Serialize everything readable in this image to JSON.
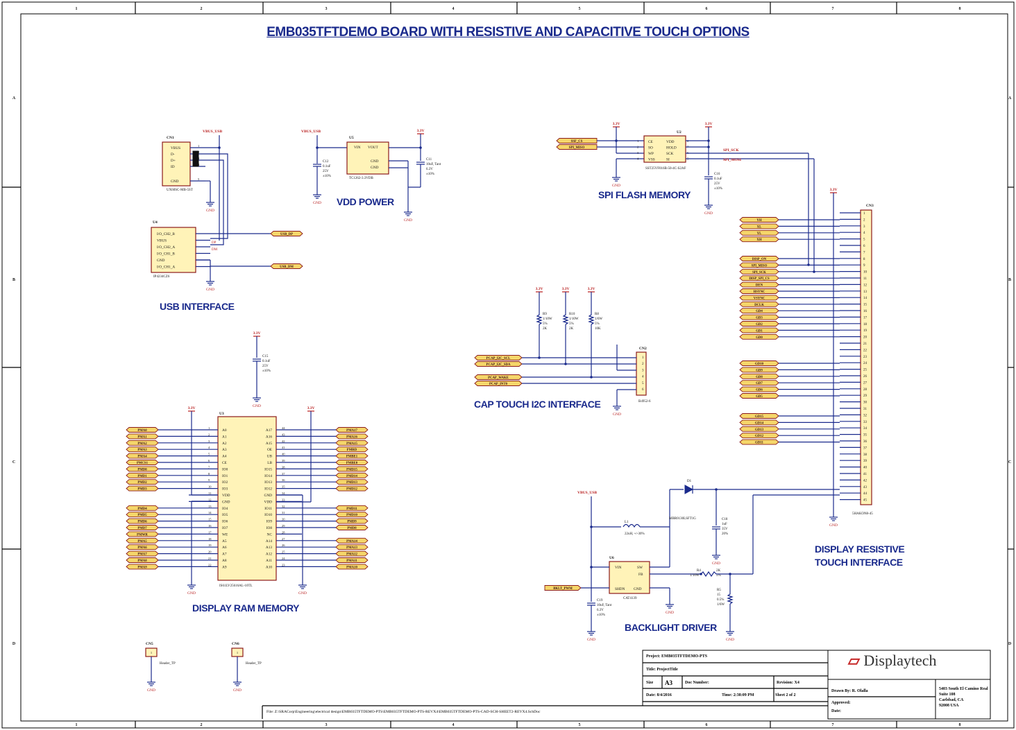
{
  "title": "EMB035TFTDEMO BOARD WITH RESISTIVE AND CAPACITIVE TOUCH OPTIONS",
  "zones": {
    "cols": [
      "1",
      "2",
      "3",
      "4",
      "5",
      "6",
      "7",
      "8"
    ],
    "rows": [
      "A",
      "B",
      "C",
      "D"
    ]
  },
  "sections": {
    "usb": "USB INTERFACE",
    "vdd": "VDD POWER",
    "spi": "SPI FLASH MEMORY",
    "cap": "CAP TOUCH I2C INTERFACE",
    "ram": "DISPLAY RAM MEMORY",
    "backlight": "BACKLIGHT DRIVER",
    "display_line1": "DISPLAY RESISTIVE",
    "display_line2": "TOUCH INTERFACE"
  },
  "nets": {
    "vbus": "VBUS_USB",
    "v33": "3.3V",
    "gnd": "GND",
    "usb_dp": "USB_DP",
    "usb_dm": "USB_DM",
    "spi_sck": "SPI_SCK",
    "spi_mosi": "SPI_MOSI",
    "bklt": "BKLT_PWM"
  },
  "cn1": {
    "ref": "CN1",
    "part": "UX60SC-MB-5ST",
    "pins": [
      "VBUS",
      "D-",
      "D+",
      "ID",
      "GND"
    ]
  },
  "u4": {
    "ref": "U4",
    "part": "IP4234CZ6",
    "pins": [
      "I/O_CH2_B",
      "VBUS",
      "I/O_CH2_A",
      "I/O_CH1_B",
      "GND",
      "I/O_CH1_A"
    ]
  },
  "u5": {
    "ref": "U5",
    "part": "TC1262-3.3VDB",
    "pins": [
      "VIN",
      "VOUT",
      "GND",
      "GND"
    ]
  },
  "c12": [
    "C12",
    "0.1uF",
    "25V",
    "±10%"
  ],
  "c11": [
    "C11",
    "10uF, Tant",
    "6.3V",
    "±10%"
  ],
  "u2": {
    "ref": "U2",
    "part": "SST25VF016B-50-4C-S2AF",
    "left": [
      "CE",
      "SO",
      "WP",
      "VSS"
    ],
    "right": [
      "VDD",
      "HOLD",
      "SCK",
      "SI"
    ]
  },
  "spi_left_nets": [
    "SSF_CS",
    "SPI_MISO"
  ],
  "c16": [
    "C16",
    "0.1uF",
    "25V",
    "±10%"
  ],
  "cn3": {
    "ref": "CN3",
    "part": "5HAKON8-45"
  },
  "disp_nets_a": [
    "YH",
    "XL",
    "YL",
    "XH"
  ],
  "disp_nets_b": [
    "DISP_ON",
    "SPI_MISO",
    "SPI_SCK",
    "DISP_SPI_CS",
    "DEN",
    "HSYNC",
    "VSYNC",
    "DCLK",
    "GD4",
    "GD3",
    "GD2",
    "GD1",
    "GD0"
  ],
  "disp_nets_c": [
    "GD10",
    "GD9",
    "GD8",
    "GD7",
    "GD6",
    "GD5"
  ],
  "disp_nets_d": [
    "GD15",
    "GD14",
    "GD13",
    "GD12",
    "GD11"
  ],
  "resistors": [
    {
      "ref": "R9",
      "v": [
        "1/10W",
        "5%",
        "2K"
      ]
    },
    {
      "ref": "R10",
      "v": [
        "1/10W",
        "5%",
        "2K"
      ]
    },
    {
      "ref": "R8",
      "v": [
        "1/6W",
        "5%",
        "10K"
      ]
    }
  ],
  "cn2": {
    "ref": "CN2",
    "part": "B4952-6"
  },
  "pcap_nets": [
    "PCAP_I2C_SCL",
    "PCAP_I2C_SDA",
    "PCAP_WAKE",
    "PCAP_INT0"
  ],
  "c15": [
    "C15",
    "0.1uF",
    "25V",
    "±10%"
  ],
  "u3": {
    "ref": "U3",
    "part": "IS61LV25616AL-10TL",
    "left": [
      "A0",
      "A1",
      "A2",
      "A3",
      "A4",
      "CE",
      "IO0",
      "IO1",
      "IO2",
      "IO3",
      "VDD",
      "GND",
      "IO4",
      "IO5",
      "IO6",
      "IO7",
      "WE",
      "A5",
      "A6",
      "A7",
      "A8",
      "A9"
    ],
    "right": [
      "A17",
      "A16",
      "A15",
      "OE",
      "UB",
      "LB",
      "IO15",
      "IO14",
      "IO13",
      "IO12",
      "GND",
      "VDD",
      "IO11",
      "IO10",
      "IO9",
      "IO8",
      "NC",
      "A14",
      "A13",
      "A12",
      "A11",
      "A10"
    ]
  },
  "ram_left_nets": [
    "PMA0",
    "PMA1",
    "PMA2",
    "PMA3",
    "PMA4",
    "PMCS1",
    "PMD0",
    "PMD1",
    "PMD2",
    "PMD3",
    "",
    "",
    "PMD4",
    "PMD5",
    "PMD6",
    "PMD7",
    "PMWR",
    "PMA5",
    "PMA6",
    "PMA7",
    "PMA8",
    "PMA9"
  ],
  "ram_right_nets": [
    "PMA17",
    "PMA16",
    "PMA15",
    "PMRD",
    "PMBE1",
    "PMBE0",
    "PMD15",
    "PMD14",
    "PMD13",
    "PMD12",
    "",
    "",
    "PMD11",
    "PMD10",
    "PMD9",
    "PMD8",
    "",
    "PMA14",
    "PMA13",
    "PMA12",
    "PMA11",
    "PMA10"
  ],
  "l1": [
    "L1",
    "22uH, +/-30%"
  ],
  "d1": [
    "D1",
    "MBR0130LSFT1G"
  ],
  "c18": [
    "C18",
    "1uF",
    "35V",
    "20%"
  ],
  "u6": {
    "ref": "U6",
    "part": "CAT4139",
    "pins": [
      "VIN",
      "SW",
      "FB",
      "SHDN",
      "GND"
    ]
  },
  "r4": [
    "R4",
    "1/10W",
    "5%",
    "2K"
  ],
  "r5": [
    "R5",
    "15",
    "0.5%",
    "1/6W"
  ],
  "c19": [
    "C19",
    "10uF, Tant",
    "6.3V",
    "±10%"
  ],
  "cn5": {
    "ref": "CN5",
    "part": "Header_TP"
  },
  "cn6": {
    "ref": "CN6",
    "part": "Header_TP"
  },
  "titleblock": {
    "project": "Project: EMB035TFTDEMO-PTS",
    "title": "Title: ProjectTitle",
    "size_label": "Size",
    "size": "A3",
    "doc": "Doc Number:",
    "revision": "Revision: X4",
    "date": "Date: 8/4/2016",
    "time": "Time: 2:38:09 PM",
    "sheet": "Sheet 2   of  2",
    "file": "File: Z:\\SRACorp\\Engineering\\electrical design\\EMB035TFTDEMO-PTS\\EMB035TFTDEMO-PTS-REVX4\\EMB035TFTDEMO-PTS-CAD-SCH-SHEET2-REVX4.SchDoc",
    "drawn": "Drawn By: R. Olalla",
    "approved": "Approved:",
    "date2": "Date:",
    "addr1": "5403 South El Camino Real",
    "addr2": "Suite 108",
    "addr3": "Carlsbad, CA",
    "addr4": "92008  USA",
    "logo": "Displaytech"
  }
}
